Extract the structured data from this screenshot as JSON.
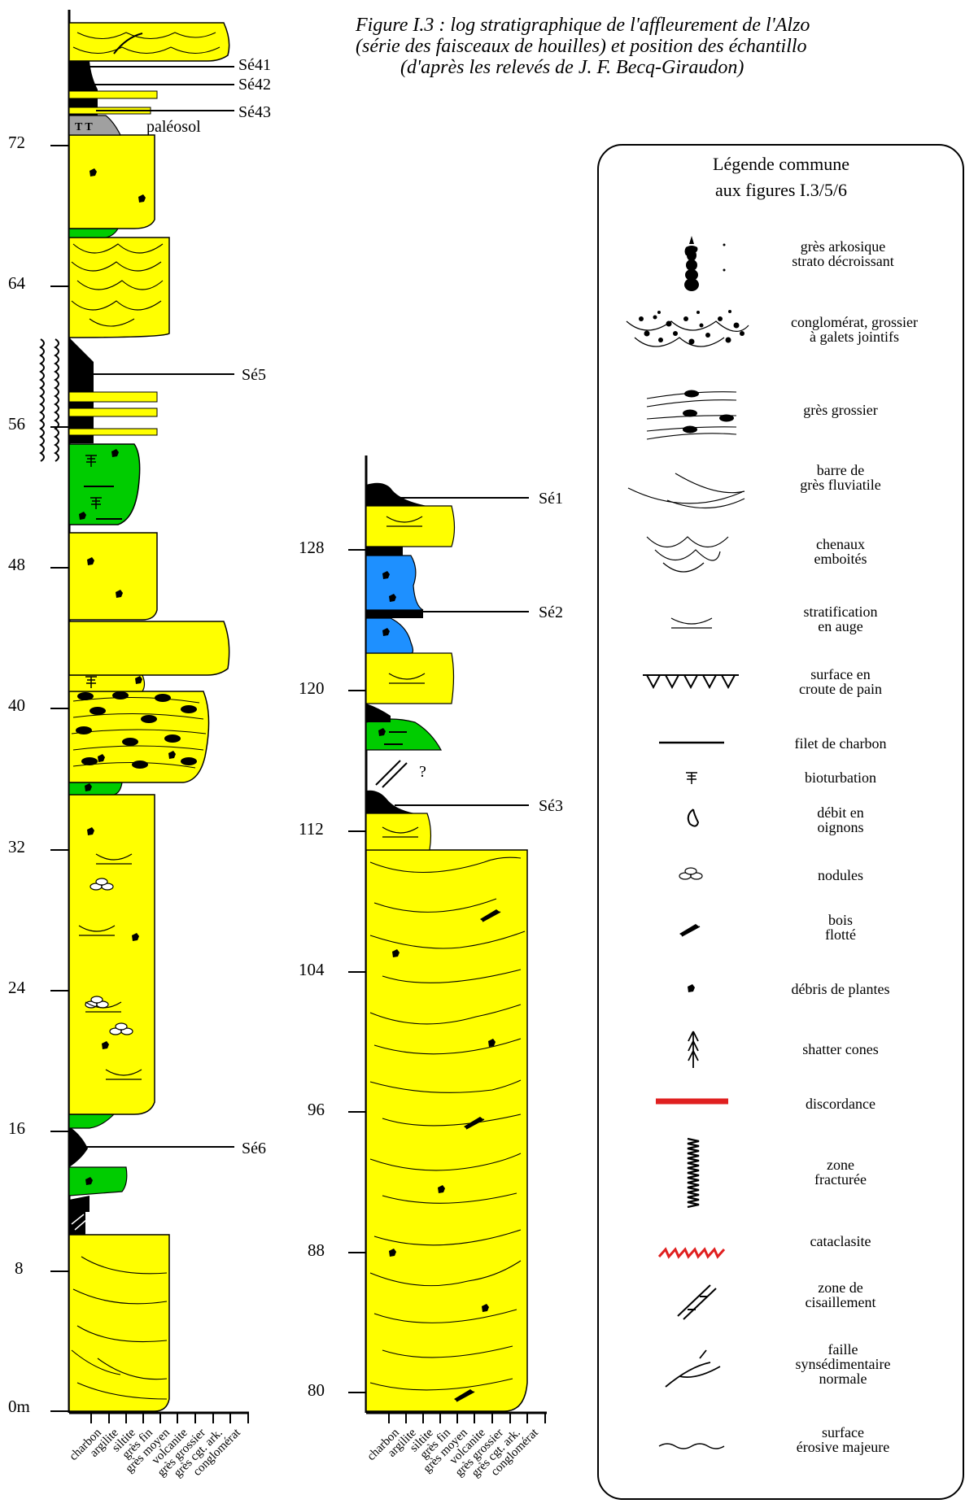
{
  "title": {
    "line1": "Figure I.3 : log stratigraphique de l'affleurement de l'Alzo",
    "line2": "(série des faisceaux de houilles) et position des échantillo",
    "line3": "(d'après les relevés de J. F. Becq-Giraudon)"
  },
  "colors": {
    "sandstone": "#ffff00",
    "siltstone": "#00cc00",
    "blue_layer": "#1e90ff",
    "coal": "#000000",
    "paleosol": "#a0a0a0",
    "discordance": "#e02020",
    "cataclasite": "#e02020"
  },
  "grain_axis_labels": [
    "charbon",
    "argilite",
    "siltite",
    "grès fin",
    "grès moyen",
    "volcanite",
    "grès grossier",
    "grès cgt. ark.",
    "conglomérat"
  ],
  "left_column": {
    "depth_ticks": [
      "0m",
      "8",
      "16",
      "24",
      "32",
      "40",
      "48",
      "56",
      "64",
      "72"
    ],
    "samples": [
      "Sé41",
      "Sé42",
      "Sé43",
      "Sé5",
      "Sé6"
    ],
    "paleosol_label": "paléosol"
  },
  "right_column": {
    "depth_ticks": [
      "80",
      "88",
      "96",
      "104",
      "112",
      "120",
      "128"
    ],
    "samples": [
      "Sé1",
      "Sé2",
      "Sé3"
    ],
    "question_mark": "?"
  },
  "legend": {
    "title_line1": "Légende commune",
    "title_line2": "aux figures  I.3/5/6",
    "items": [
      {
        "icon": "arkosic-sandstone-icon",
        "line1": "grès arkosique",
        "line2": "strato décroissant"
      },
      {
        "icon": "conglomerate-icon",
        "line1": "conglomérat, grossier",
        "line2": "à galets jointifs"
      },
      {
        "icon": "coarse-sandstone-icon",
        "line1": "grès grossier",
        "line2": ""
      },
      {
        "icon": "fluvial-bar-icon",
        "line1": "barre de",
        "line2": "grès fluviatile"
      },
      {
        "icon": "nested-channels-icon",
        "line1": "chenaux",
        "line2": "emboités"
      },
      {
        "icon": "trough-stratification-icon",
        "line1": "stratification",
        "line2": "en auge"
      },
      {
        "icon": "breadcrust-surface-icon",
        "line1": "surface en",
        "line2": "croute de pain"
      },
      {
        "icon": "coal-streak-icon",
        "line1": "filet de charbon",
        "line2": ""
      },
      {
        "icon": "bioturbation-icon",
        "line1": "bioturbation",
        "line2": ""
      },
      {
        "icon": "onion-cleavage-icon",
        "line1": "débit en",
        "line2": "oignons"
      },
      {
        "icon": "nodules-icon",
        "line1": "nodules",
        "line2": ""
      },
      {
        "icon": "driftwood-icon",
        "line1": "bois",
        "line2": "flotté"
      },
      {
        "icon": "plant-debris-icon",
        "line1": "débris de plantes",
        "line2": ""
      },
      {
        "icon": "shatter-cones-icon",
        "line1": "shatter cones",
        "line2": ""
      },
      {
        "icon": "discordance-icon",
        "line1": "discordance",
        "line2": ""
      },
      {
        "icon": "fractured-zone-icon",
        "line1": "zone",
        "line2": "fracturée"
      },
      {
        "icon": "cataclasite-icon",
        "line1": "cataclasite",
        "line2": ""
      },
      {
        "icon": "shear-zone-icon",
        "line1": "zone de",
        "line2": "cisaillement"
      },
      {
        "icon": "synsedimentary-fault-icon",
        "line1": "faille",
        "line2": "synsédimentaire",
        "line3": "normale"
      },
      {
        "icon": "erosive-surface-icon",
        "line1": "surface",
        "line2": "érosive majeure"
      }
    ]
  }
}
